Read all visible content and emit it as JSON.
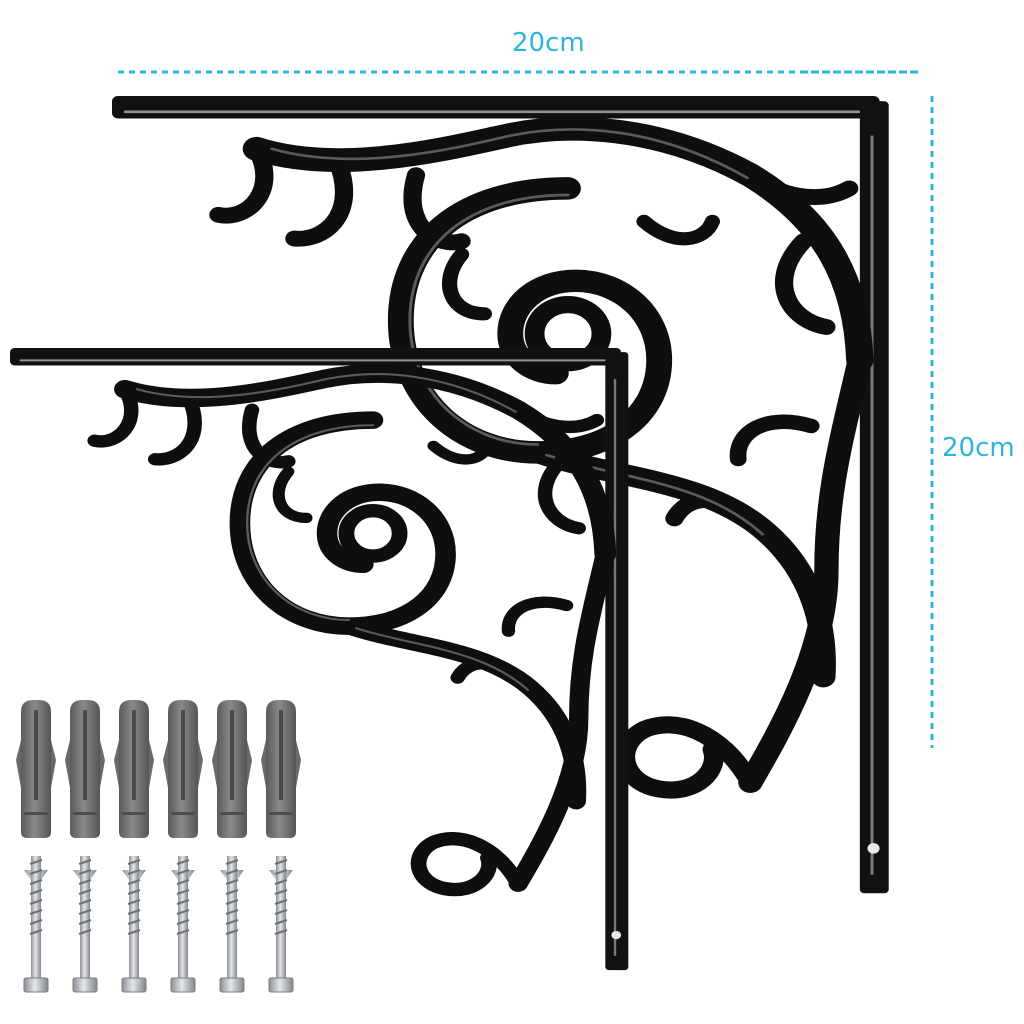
{
  "dimensions": {
    "width_label": "20cm",
    "height_label": "20cm",
    "line_color": "#2fb4dd"
  },
  "product": {
    "bracket_count": 2,
    "bracket_color": "#111111",
    "wall_plug_count": 6,
    "plug_color": "#6e6e6e",
    "screw_count": 6,
    "screw_color": "#b8bcc0"
  }
}
